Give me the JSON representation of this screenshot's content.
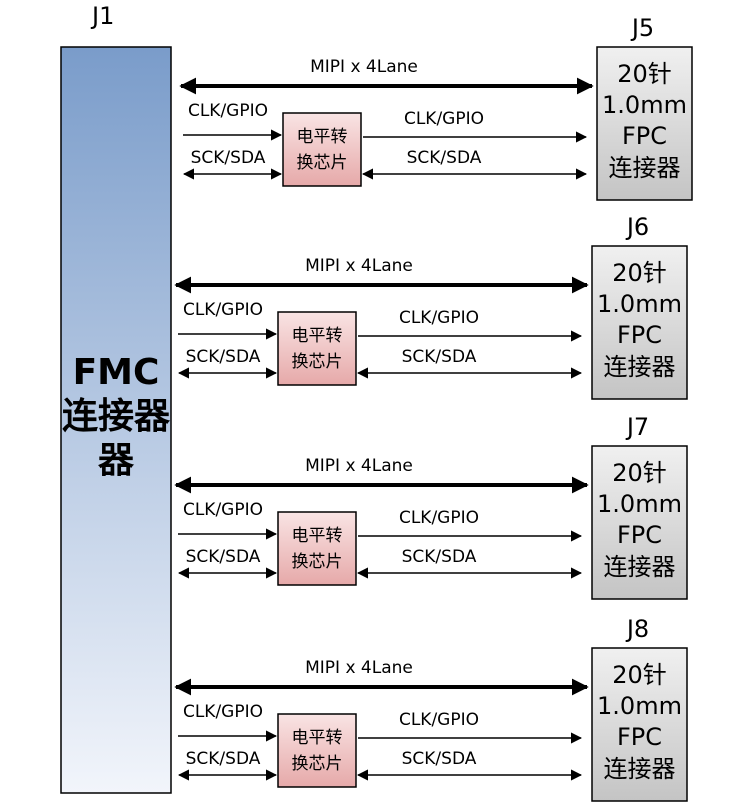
{
  "fmc": {
    "id": "J1",
    "label_line1": "FMC",
    "label_line2": "连接器",
    "label_line3": "器"
  },
  "colors": {
    "fmc_top": "#7a9cca",
    "fmc_bottom": "#f2f5fb",
    "chip_top": "#f9e4e4",
    "chip_bottom": "#e6a9a9",
    "connector_top": "#f0f0f0",
    "connector_bottom": "#c4c4c4",
    "line": "#000000"
  },
  "mipi_label": "MIPI x 4Lane",
  "clk_label": "CLK/GPIO",
  "sck_label": "SCK/SDA",
  "chip": {
    "line1": "电平转",
    "line2": "换芯片"
  },
  "connector": {
    "line1": "20针",
    "line2": "1.0mm",
    "line3": "FPC",
    "line4": "连接器"
  },
  "channels": [
    {
      "id": "J5"
    },
    {
      "id": "J6"
    },
    {
      "id": "J7"
    },
    {
      "id": "J8"
    }
  ]
}
